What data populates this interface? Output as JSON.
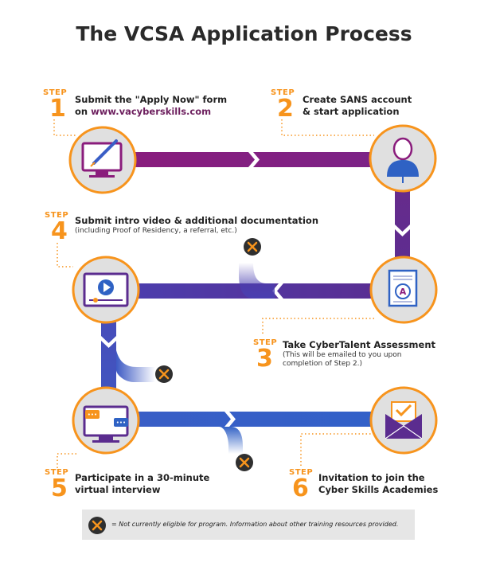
{
  "title": "The VCSA Application Process",
  "step_word": "STEP",
  "steps": [
    {
      "number": "1",
      "line1": "Submit the \"Apply Now\" form",
      "line2_prefix": "on ",
      "link": "www.vacyberskills.com"
    },
    {
      "number": "2",
      "line1": "Create SANS account",
      "line2": "& start application"
    },
    {
      "number": "3",
      "line1": "Take CyberTalent Assessment",
      "note1": "(This will be emailed to you upon",
      "note2": "completion of Step 2.)"
    },
    {
      "number": "4",
      "line1": "Submit intro video & additional documentation",
      "note1": "(including Proof of Residency, a referral, etc.)"
    },
    {
      "number": "5",
      "line1": "Participate in a 30-minute",
      "line2": "virtual interview"
    },
    {
      "number": "6",
      "line1": "Invitation to join the",
      "line2": "Cyber Skills Academies"
    }
  ],
  "legend": {
    "icon": "x-circle-icon",
    "text": "= Not currently eligible for program. Information about other training resources provided."
  },
  "colors": {
    "orange": "#f7941d",
    "purple_dark": "#8a1c7c",
    "purple": "#5b2c8f",
    "blue_purple": "#4a3fb0",
    "blue": "#3a5ec6",
    "circle_fill": "#e0e0e0",
    "dark": "#2f2f2f"
  }
}
